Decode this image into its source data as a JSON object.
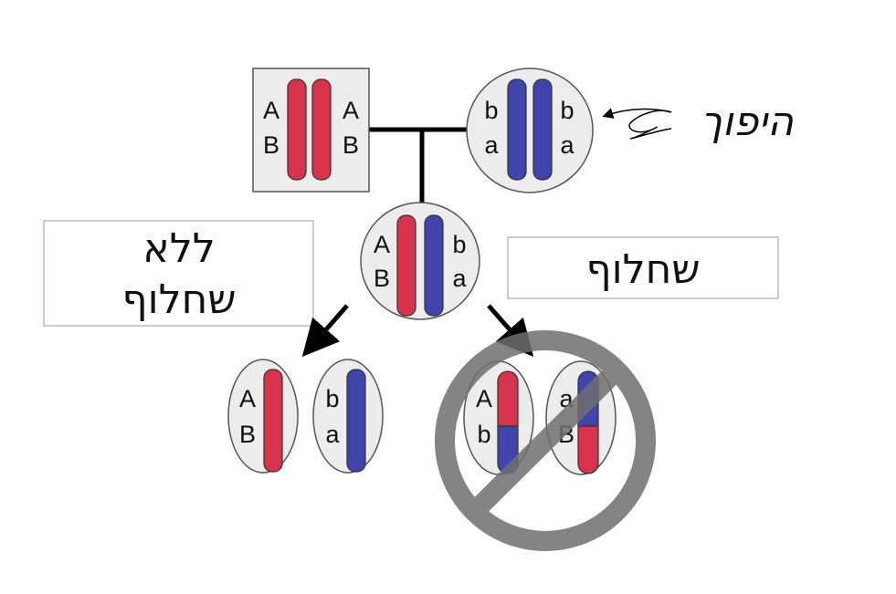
{
  "colors": {
    "red": "#d8334a",
    "blue": "#4044ad",
    "cell_fill": "#ececec",
    "forbidden": "#7b7b7b"
  },
  "parents": {
    "father": {
      "left_alleles": [
        "A",
        "B"
      ],
      "right_alleles": [
        "A",
        "B"
      ]
    },
    "mother": {
      "left_alleles": [
        "b",
        "a"
      ],
      "right_alleles": [
        "b",
        "a"
      ]
    }
  },
  "inversion_label": "היפוך",
  "offspring": {
    "left_alleles": [
      "A",
      "B"
    ],
    "right_alleles": [
      "b",
      "a"
    ]
  },
  "no_crossover_label": [
    "ללא",
    "שחלוף"
  ],
  "crossover_label": "שחלוף",
  "gametes_no_crossover": [
    {
      "alleles": [
        "A",
        "B"
      ]
    },
    {
      "alleles": [
        "b",
        "a"
      ]
    }
  ],
  "gametes_crossover": [
    {
      "alleles": [
        "A",
        "b"
      ]
    },
    {
      "alleles": [
        "a",
        "B"
      ]
    }
  ]
}
